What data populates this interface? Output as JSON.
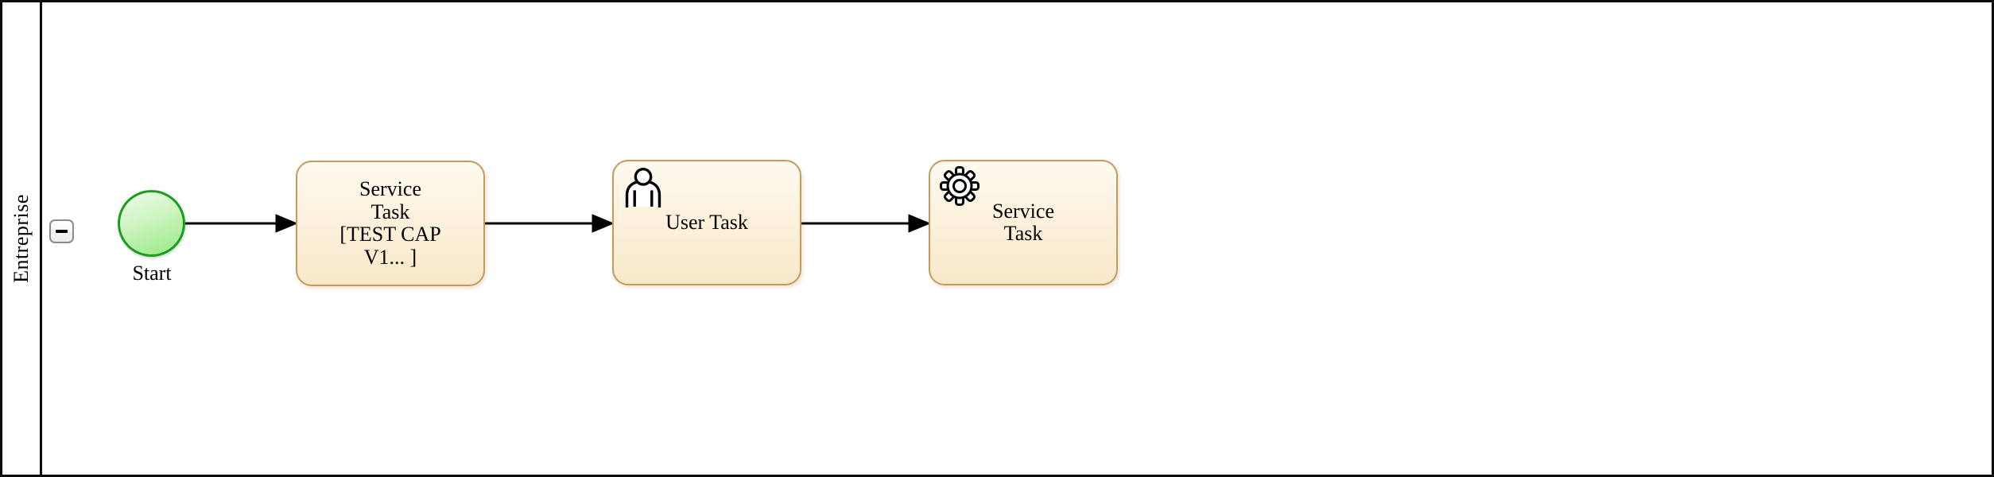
{
  "diagram": {
    "type": "bpmn-process",
    "lane": {
      "label": "Entreprise",
      "collapse_icon": "minus-icon"
    },
    "nodes": [
      {
        "type": "start-event",
        "label": "Start"
      },
      {
        "type": "service-task",
        "label": "Service Task [TEST CAP V1... ]",
        "lines": [
          "Service",
          "Task",
          "[TEST CAP",
          "V1... ]"
        ]
      },
      {
        "type": "user-task",
        "label": "User Task",
        "icon": "user-icon"
      },
      {
        "type": "service-task",
        "label": "Service Task",
        "icon": "gear-icon",
        "lines": [
          "Service",
          "Task"
        ]
      }
    ],
    "flows": [
      {
        "from": "Start",
        "to": "Service Task [TEST CAP V1... ]"
      },
      {
        "from": "Service Task [TEST CAP V1... ]",
        "to": "User Task"
      },
      {
        "from": "User Task",
        "to": "Service Task"
      }
    ],
    "colors": {
      "pool_border": "#0a0a0a",
      "task_border": "#c49a5e",
      "task_fill_top": "#fefaf0",
      "task_fill_bottom": "#f9e8ca",
      "start_border": "#1d9c1d",
      "start_fill_top": "#eefce8",
      "start_fill_bottom": "#97e885",
      "flow_color": "#000000"
    }
  }
}
